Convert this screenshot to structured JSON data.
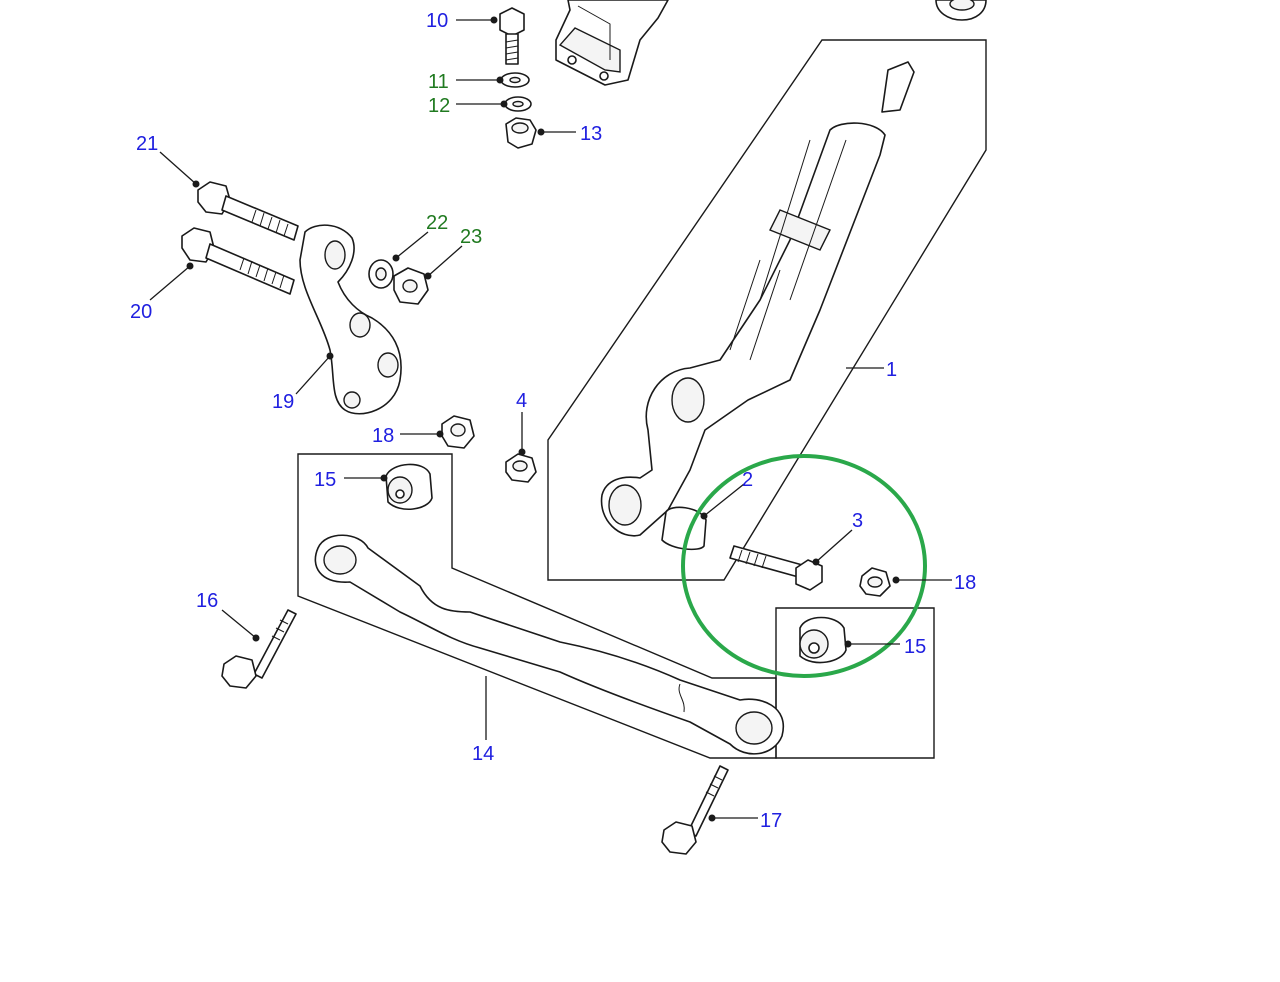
{
  "colors": {
    "label_blue": "#2020e0",
    "label_green": "#207a20",
    "highlight_circle": "#2aa84a",
    "line": "#1a1a1a"
  },
  "callouts": [
    {
      "id": "c10",
      "text": "10",
      "color": "blue"
    },
    {
      "id": "c11",
      "text": "11",
      "color": "green"
    },
    {
      "id": "c12",
      "text": "12",
      "color": "green"
    },
    {
      "id": "c13",
      "text": "13",
      "color": "blue"
    },
    {
      "id": "c21",
      "text": "21",
      "color": "blue"
    },
    {
      "id": "c20",
      "text": "20",
      "color": "blue"
    },
    {
      "id": "c22",
      "text": "22",
      "color": "green"
    },
    {
      "id": "c23",
      "text": "23",
      "color": "green"
    },
    {
      "id": "c19",
      "text": "19",
      "color": "blue"
    },
    {
      "id": "c18a",
      "text": "18",
      "color": "blue"
    },
    {
      "id": "c4",
      "text": "4",
      "color": "blue"
    },
    {
      "id": "c1",
      "text": "1",
      "color": "blue"
    },
    {
      "id": "c2",
      "text": "2",
      "color": "blue"
    },
    {
      "id": "c3",
      "text": "3",
      "color": "blue"
    },
    {
      "id": "c18b",
      "text": "18",
      "color": "blue"
    },
    {
      "id": "c15a",
      "text": "15",
      "color": "blue"
    },
    {
      "id": "c15b",
      "text": "15",
      "color": "blue"
    },
    {
      "id": "c16",
      "text": "16",
      "color": "blue"
    },
    {
      "id": "c14",
      "text": "14",
      "color": "blue"
    },
    {
      "id": "c17",
      "text": "17",
      "color": "blue"
    }
  ]
}
